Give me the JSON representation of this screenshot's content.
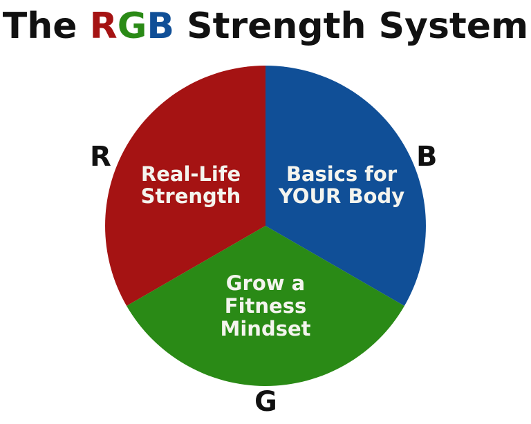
{
  "title": {
    "prefix": "The ",
    "r": "R",
    "g": "G",
    "b": "B",
    "suffix": " Strength System"
  },
  "colors": {
    "red": "#a51313",
    "green": "#2a8a16",
    "blue": "#104f97",
    "title_r": "#a51313",
    "title_g": "#2a8a16",
    "title_b": "#104f97",
    "text": "#111111",
    "segment_text": "#f4f4ee"
  },
  "outer_labels": {
    "r": "R",
    "b": "B",
    "g": "G"
  },
  "segments": {
    "red": {
      "line1": "Real-Life",
      "line2": "Strength"
    },
    "blue": {
      "line1": "Basics for",
      "line2": "YOUR Body"
    },
    "green": {
      "line1": "Grow a",
      "line2": "Fitness",
      "line3": "Mindset"
    }
  }
}
